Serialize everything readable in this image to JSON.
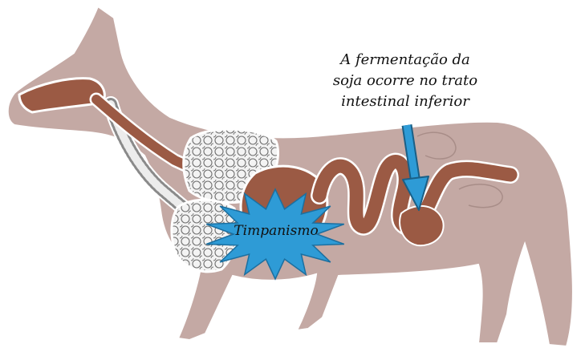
{
  "annotations": {
    "fermentation_lines": [
      "A fermentação da",
      "soja ocorre no trato",
      "intestinal inferior"
    ],
    "bloat_label": "Timpanismo"
  },
  "colors": {
    "body": "#c4a9a4",
    "outline": "#ffffff",
    "digestive_tract": "#9b5a44",
    "lungs": "#f3f3f3",
    "lung_lines": "#6e6e6e",
    "burst": "#2e9bd6",
    "arrow": "#2e9bd6"
  }
}
